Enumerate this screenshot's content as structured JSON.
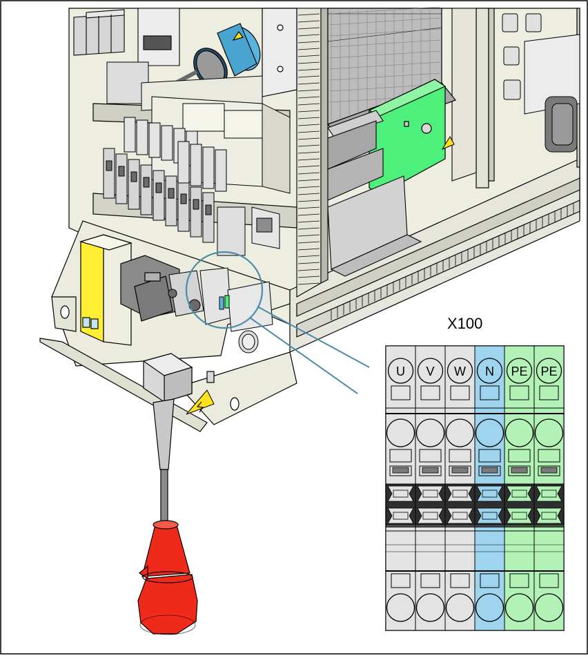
{
  "terminal_block": {
    "title": "X100",
    "terminals": [
      {
        "label": "U",
        "color": "#e3e3e3"
      },
      {
        "label": "V",
        "color": "#e3e3e3"
      },
      {
        "label": "W",
        "color": "#e3e3e3"
      },
      {
        "label": "N",
        "color": "#9fd4ee"
      },
      {
        "label": "PE",
        "color": "#b3f2b6"
      },
      {
        "label": "PE",
        "color": "#b3f2b6"
      }
    ]
  },
  "colors": {
    "cabinet": "#eeeee0",
    "dark_grey": "#8a8a8a",
    "mid_grey": "#bdbdbd",
    "warning": "#ffe21a",
    "motor_blue": "#5ab4e0",
    "green_board": "#4cf07a",
    "yellow_relay": "#ffee33",
    "plug_red": "#f02a1a",
    "callout": "#4a8ca8"
  },
  "icons": [
    "warning-icon",
    "plug-icon",
    "motor-icon"
  ]
}
